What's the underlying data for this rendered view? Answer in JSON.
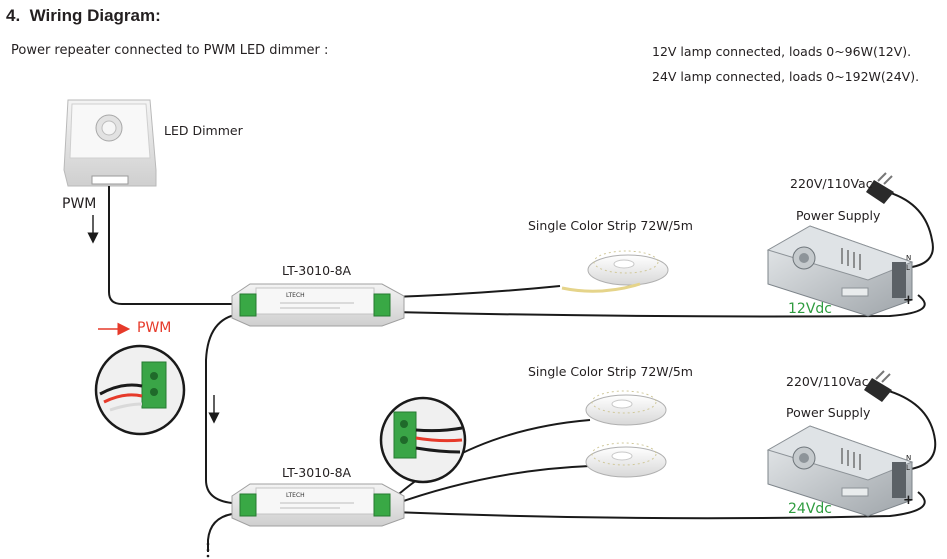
{
  "section": {
    "number": "4.",
    "title": "Wiring Diagram:"
  },
  "subtitle": "Power repeater connected to PWM LED dimmer :",
  "notes": {
    "line1": "12V lamp connected, loads 0~96W(12V).",
    "line2": "24V lamp connected, loads 0~192W(24V)."
  },
  "dimmer": {
    "label": "LED Dimmer",
    "pwm_label": "PWM"
  },
  "pwm_callout": {
    "label": "PWM"
  },
  "repeater_top": {
    "label": "LT-3010-8A",
    "brand": "LTECH"
  },
  "repeater_bottom": {
    "label": "LT-3010-8A",
    "brand": "LTECH"
  },
  "strip_top": {
    "label": "Single Color Strip   72W/5m"
  },
  "strip_bottom": {
    "label": "Single Color Strip   72W/5m"
  },
  "psu_top": {
    "mains": "220V/110Vac",
    "label": "Power Supply",
    "voltage": "12Vdc"
  },
  "psu_bottom": {
    "mains": "220V/110Vac",
    "label": "Power Supply",
    "voltage": "24Vdc"
  },
  "colors": {
    "accent_red": "#e63a2a",
    "voltage_green": "#2e9c3f",
    "wire": "#1a1a1a"
  }
}
